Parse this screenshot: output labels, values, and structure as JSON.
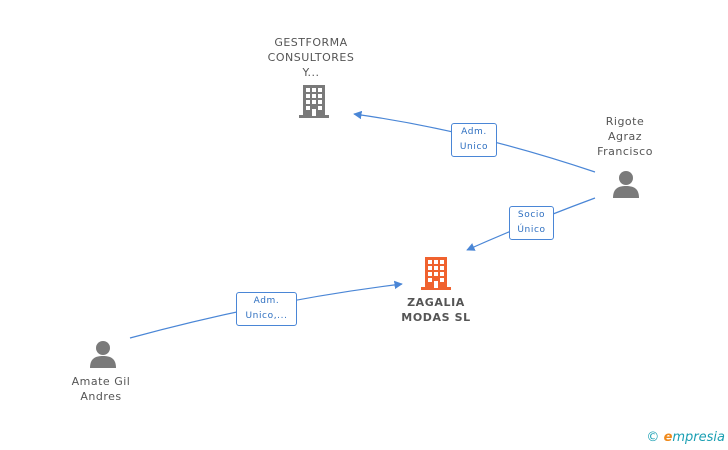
{
  "nodes": {
    "gestforma": {
      "lines": [
        "GESTFORMA",
        "CONSULTORES",
        "Y..."
      ]
    },
    "rigote": {
      "lines": [
        "Rigote",
        "Agraz",
        "Francisco"
      ]
    },
    "zagalia": {
      "lines": [
        "ZAGALIA",
        "MODAS SL"
      ]
    },
    "amate": {
      "lines": [
        "Amate Gil",
        "Andres"
      ]
    }
  },
  "edges": {
    "rigote_gestforma": {
      "lines": [
        "Adm.",
        "Unico"
      ]
    },
    "rigote_zagalia": {
      "lines": [
        "Socio",
        "Único"
      ]
    },
    "amate_zagalia": {
      "lines": [
        "Adm.",
        "Unico,..."
      ]
    }
  },
  "colors": {
    "edge": "#4a86d6",
    "company_center": "#f0622e",
    "company_other": "#7a7a7a",
    "person": "#7a7a7a"
  },
  "footer": {
    "copyright": "©",
    "brand_initial": "e",
    "brand_rest": "mpresia"
  }
}
